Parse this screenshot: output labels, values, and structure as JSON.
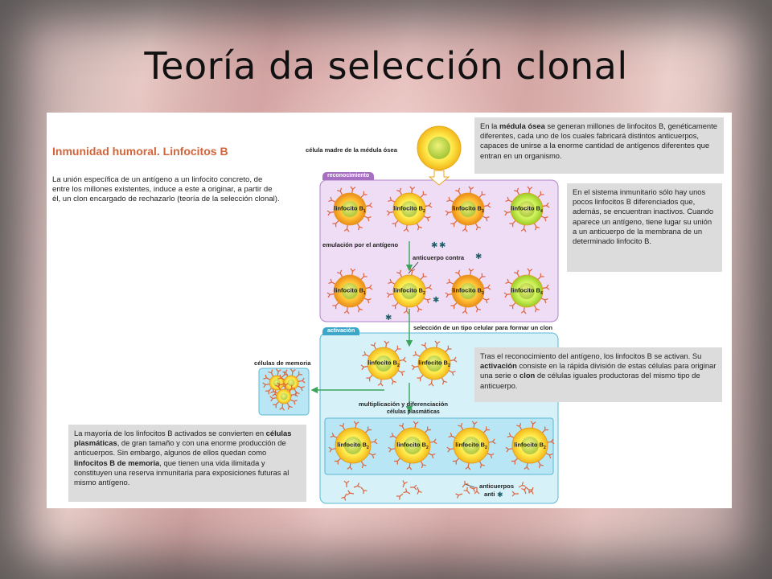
{
  "slide": {
    "title": "Teoría da selección clonal"
  },
  "panel": {
    "title": "Inmunidad humoral. Linfocitos B",
    "intro": "La unión específica de un antígeno a un linfocito concreto, de entre los millones existentes, induce a este a originar, a partir de él, un clon encargado de rechazarlo (teoría de la selección clonal)."
  },
  "boxes": {
    "medula": {
      "pre": "En la ",
      "bold": "médula ósea",
      "post": " se generan millones de linfocitos B, genéticamente diferentes, cada uno de los cuales fabricará distintos anticuerpos, capaces de unirse a la enorme cantidad de antígenos diferentes que entran en un organismo."
    },
    "sistema": "En el sistema inmunitario sólo hay unos pocos linfocitos B diferenciados que, además, se encuentran inactivos. Cuando aparece un antígeno, tiene lugar su unión a un anticuerpo de la membrana de un determinado linfocito B.",
    "activacion": {
      "p1": "Tras el reconocimiento del antígeno, los linfocitos B se activan. Su ",
      "b1": "activación",
      "p2": " consiste en la rápida división de estas células para originar una serie o ",
      "b2": "clon",
      "p3": " de células iguales productoras del mismo tipo de anticuerpo."
    },
    "plasmaticas": {
      "p1": "La mayoría de los linfocitos B activados se convierten en ",
      "b1": "células plasmáticas",
      "p2": ", de gran tamaño y con una enorme producción de anticuerpos. Sin embargo, algunos de ellos quedan como ",
      "b2": "linfocitos B de memoria",
      "p3": ", que tienen una vida ilimitada y constituyen una reserva inmunitaria para exposiciones futuras al mismo antígeno."
    }
  },
  "labels": {
    "celula_madre": "célula madre de la médula ósea",
    "reconocimiento": "reconocimiento",
    "emulacion": "emulación por el antígeno",
    "anticuerpo_contra": "anticuerpo contra",
    "seleccion": "selección de un tipo celular para formar un clon",
    "activacion_tab": "activación",
    "celulas_memoria": "células de memoria",
    "multiplicacion": "multiplicación y diferenciación",
    "celulas_plasmaticas": "células plasmáticas",
    "anticuerpos": "anticuerpos",
    "anti": "anti",
    "linfocito": "linfocito B"
  },
  "cells": {
    "row1": [
      "1",
      "2",
      "3",
      "4"
    ],
    "row2": [
      "1",
      "2",
      "3",
      "4"
    ],
    "clon": [
      "2",
      "2"
    ],
    "plasma": [
      "2",
      "2",
      "2",
      "2"
    ]
  },
  "colors": {
    "title_orange": "#d2643a",
    "reconocimiento_bg": "#efdcf5",
    "reconocimiento_border": "#b085c8",
    "activacion_bg": "#d6f1f8",
    "activacion_border": "#5cb8d3",
    "arrow_green": "#3aa55a"
  }
}
